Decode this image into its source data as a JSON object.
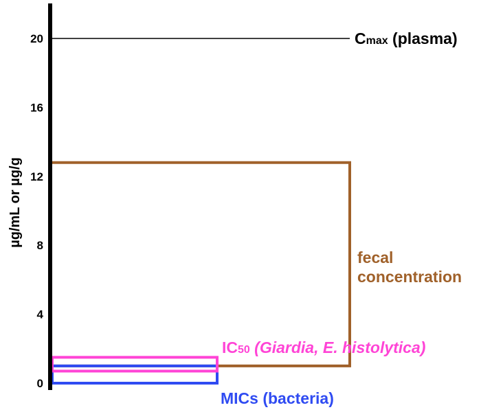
{
  "chart_data": {
    "type": "line",
    "ylabel": "µg/mL or µg/g",
    "ylim": [
      0,
      22
    ],
    "yticks": [
      0,
      4,
      8,
      12,
      16,
      20
    ],
    "grid": false,
    "colors": {
      "axis": "#000000",
      "cmax": "#000000",
      "fecal": "#a0612a",
      "ic50": "#ff44d6",
      "mic": "#2f4bf2"
    },
    "series": [
      {
        "key": "cmax",
        "type": "reference-line",
        "value": 20,
        "label_main": "C",
        "label_sub": "max",
        "label_rest": " (plasma)"
      },
      {
        "key": "fecal",
        "type": "range",
        "low": 1.0,
        "high": 12.8,
        "label_line1": "fecal",
        "label_line2": "concentration"
      },
      {
        "key": "ic50",
        "type": "range",
        "low": 0.7,
        "high": 1.5,
        "label_main": "IC",
        "label_sub": "50",
        "label_rest": " (Giardia, E. histolytica)"
      },
      {
        "key": "mic",
        "type": "range",
        "low": 0.0,
        "high": 1.0,
        "label": "MICs (bacteria)"
      }
    ]
  }
}
